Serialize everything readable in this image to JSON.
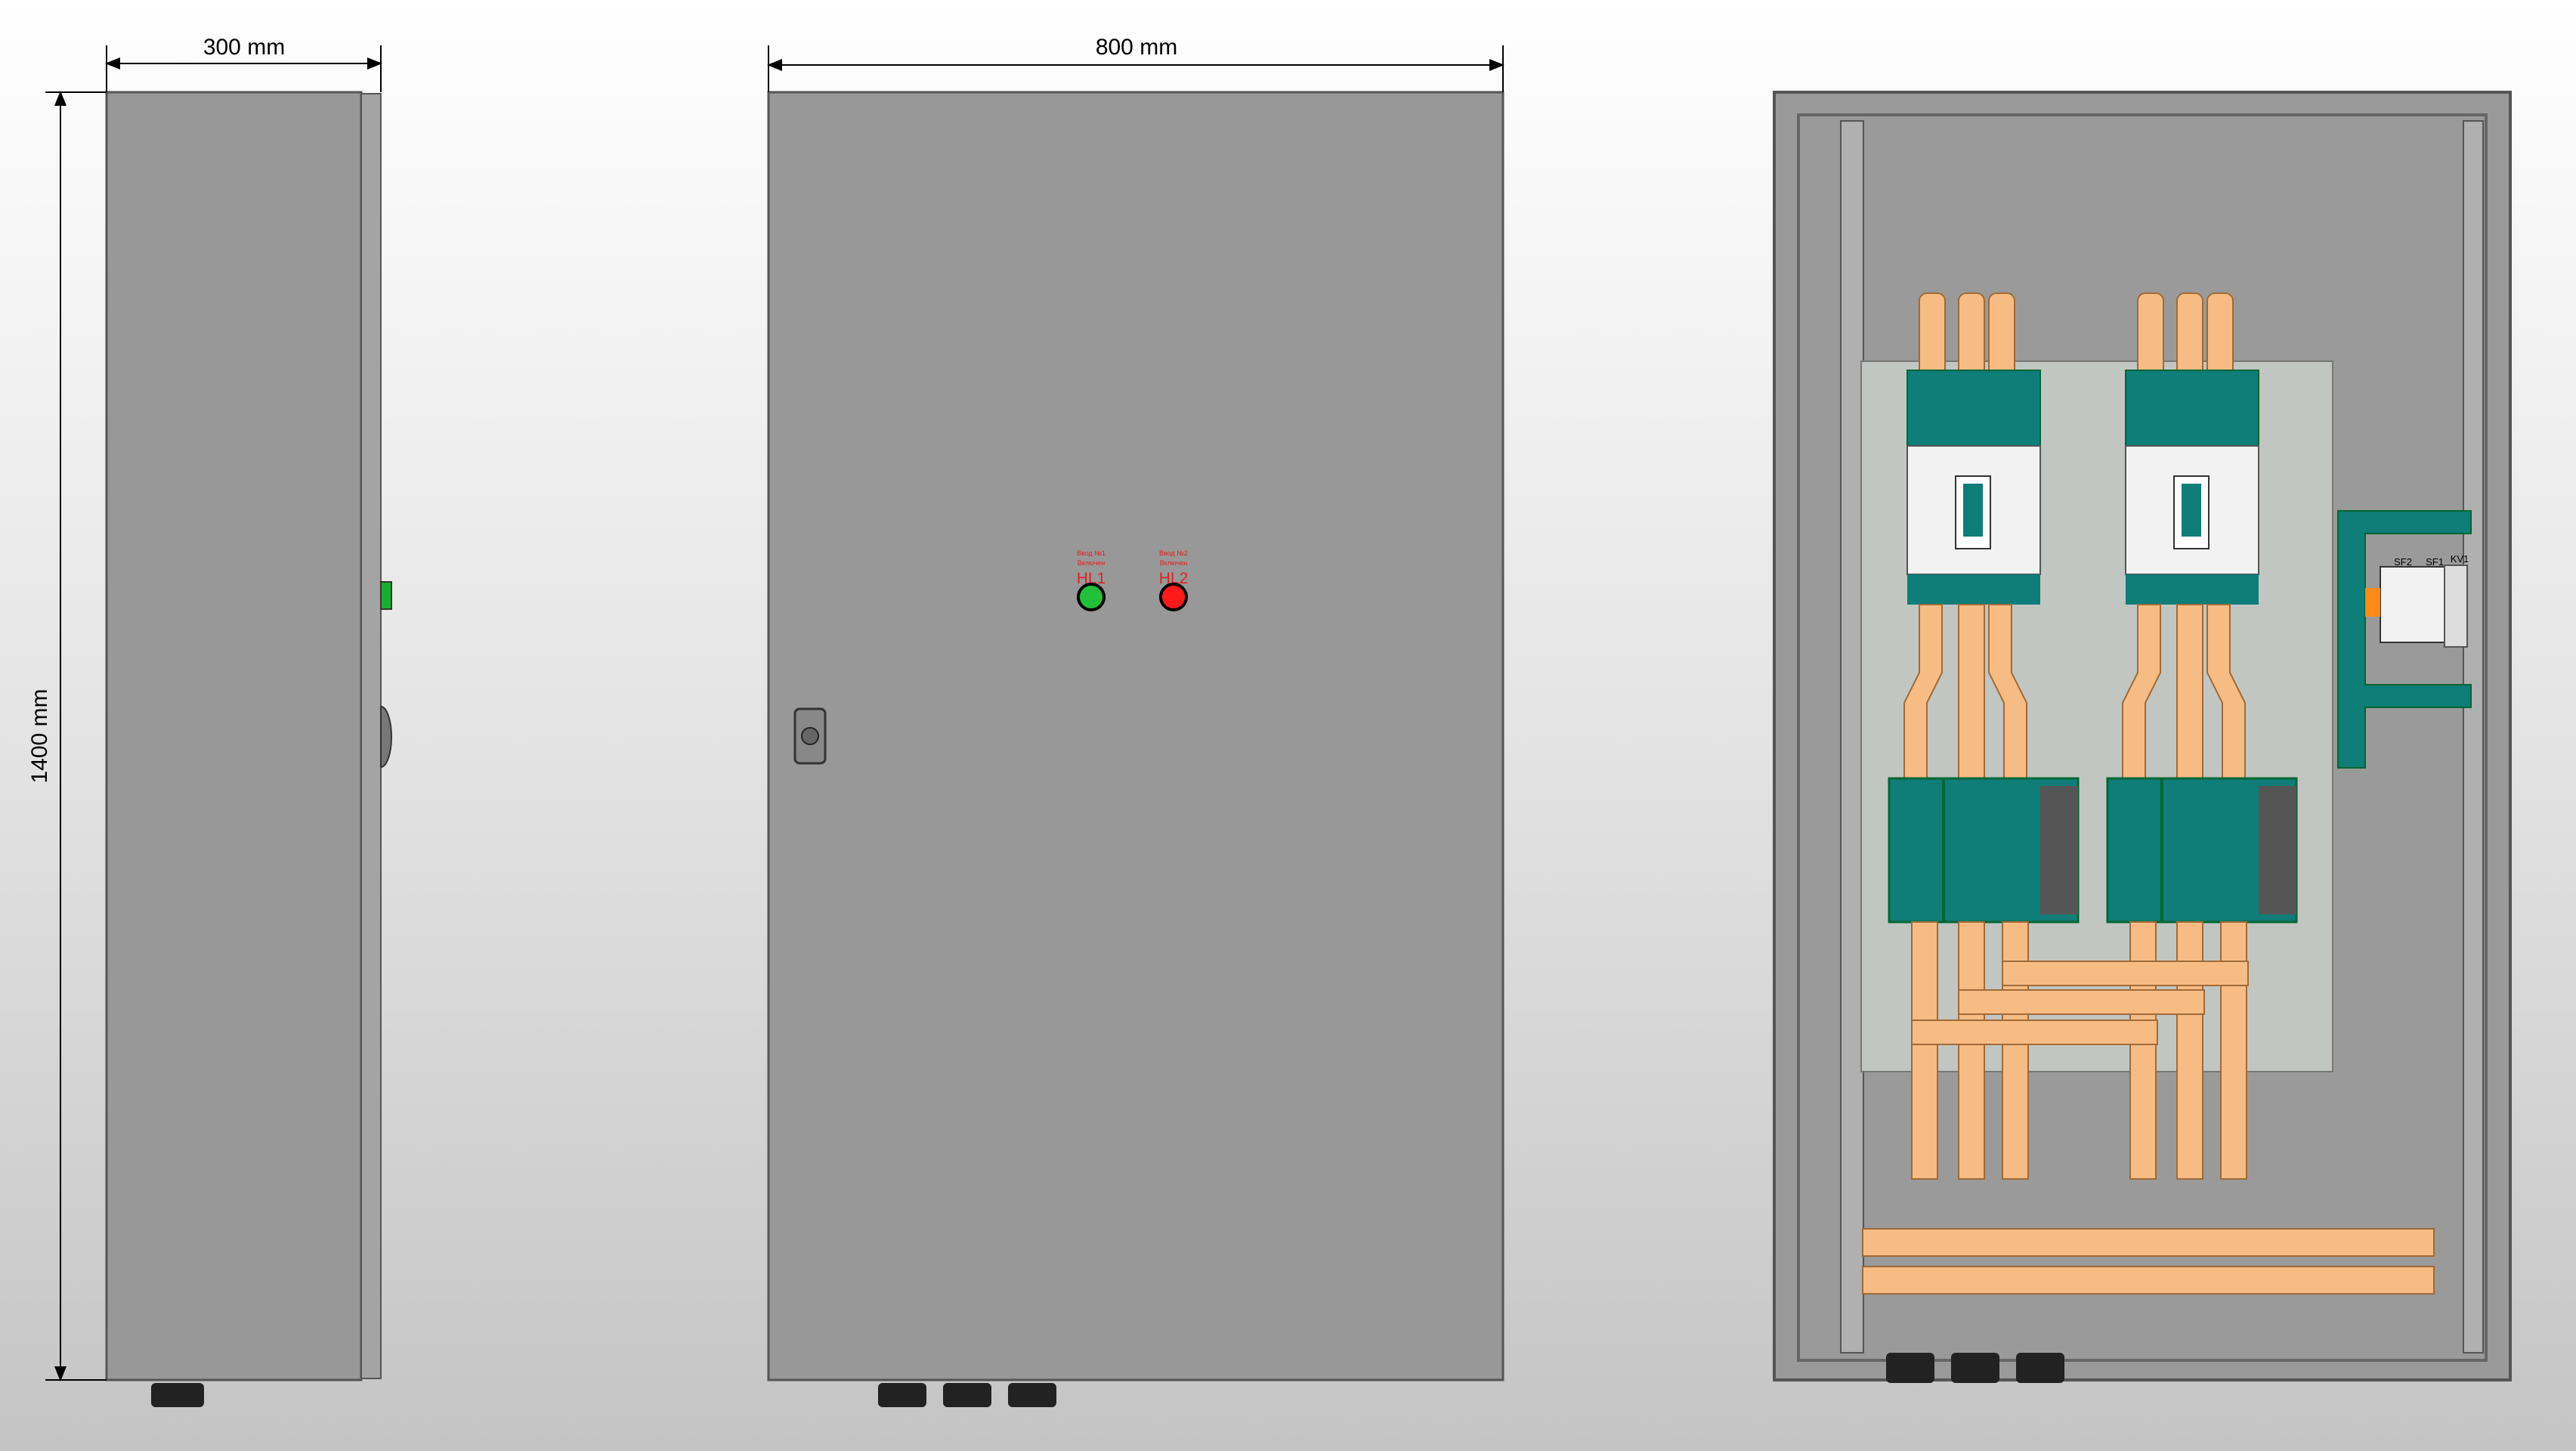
{
  "dimensions": {
    "depth": "300 mm",
    "width": "800 mm",
    "height": "1400 mm"
  },
  "front_door": {
    "lamps": [
      {
        "caption_line1": "Ввод №1",
        "caption_line2": "Включен",
        "tag": "HL1",
        "color": "#22c03a"
      },
      {
        "caption_line1": "Ввод №2",
        "caption_line2": "Включен",
        "tag": "HL2",
        "color": "#ff1a1a"
      }
    ]
  },
  "interior": {
    "devices": [
      "SF2",
      "SF1",
      "KV1"
    ]
  },
  "colors": {
    "enclosure": "#989898",
    "busbar": "#f7bc84",
    "device": "#0f7d78",
    "plate": "#c2c6c2"
  }
}
